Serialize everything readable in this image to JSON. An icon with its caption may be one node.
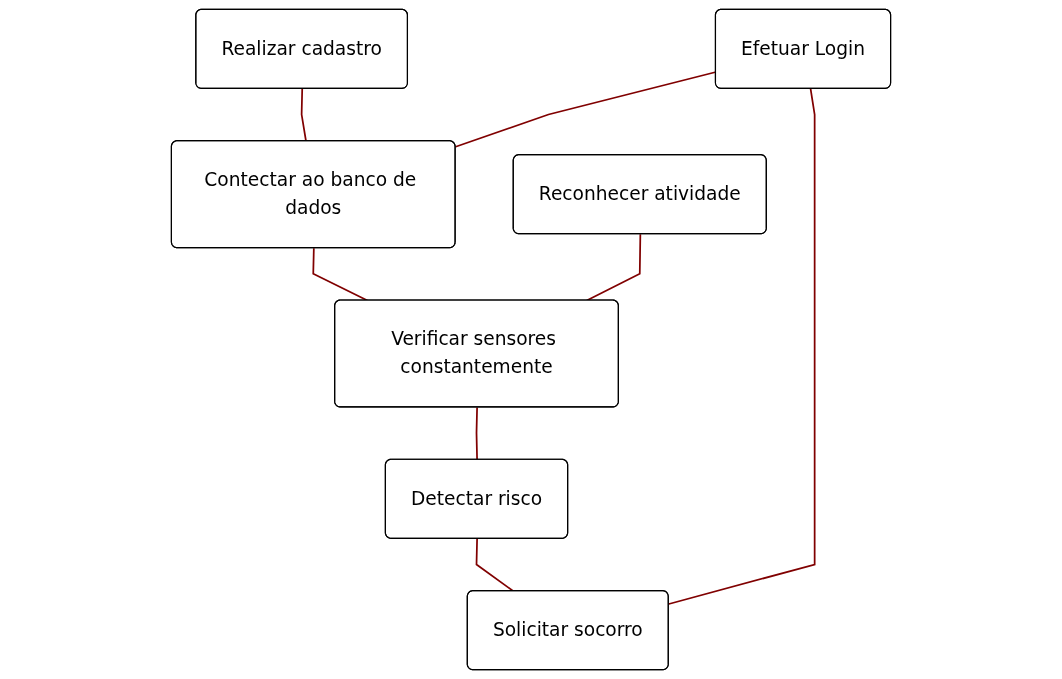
{
  "diagram": {
    "nodes": [
      {
        "text": [
          "Realizar cadastro"
        ]
      },
      {
        "text": [
          "Efetuar Login"
        ]
      },
      {
        "text": [
          "Contectar ao banco de dados"
        ]
      },
      {
        "text": [
          "Reconhecer atividade"
        ]
      },
      {
        "text": [
          "Verificar sensores constantemente"
        ]
      },
      {
        "text": [
          "Detectar risco"
        ]
      },
      {
        "text": [
          "Solicitar socorro"
        ]
      }
    ],
    "edges": [
      {
        "from": 0,
        "to": 2,
        "arrow": "none"
      },
      {
        "from": 1,
        "to": 2,
        "arrow": "none"
      },
      {
        "from": 2,
        "to": 4,
        "arrow": "none"
      },
      {
        "from": 3,
        "to": 4,
        "arrow": "none"
      },
      {
        "from": 4,
        "to": 5,
        "arrow": "none"
      },
      {
        "from": 5,
        "to": 6,
        "arrow": "none"
      },
      {
        "from": 1,
        "to": 6,
        "arrow": "none"
      }
    ]
  }
}
